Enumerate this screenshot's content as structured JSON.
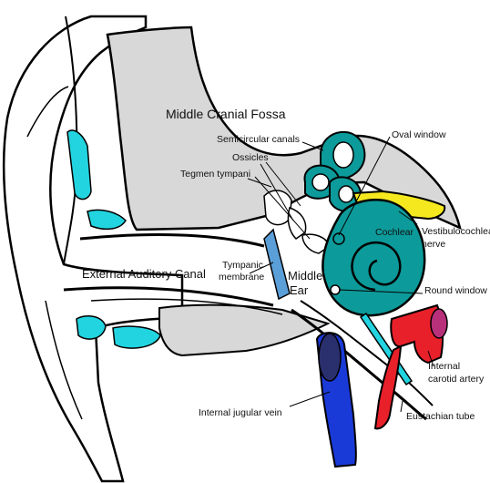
{
  "labels": {
    "middle_cranial_fossa": "Middle Cranial Fossa",
    "semicircular_canals": "Semicircular canals",
    "oval_window": "Oval window",
    "ossicles": "Ossicles",
    "tegmen_tympani": "Tegmen tympani",
    "cochlear": "Cochlear",
    "vestibulocochlear_nerve_1": "Vestibulocochlear",
    "vestibulocochlear_nerve_2": "nerve",
    "external_auditory_canal": "External Auditory Canal",
    "tympanic_membrane_1": "Tympanic",
    "tympanic_membrane_2": "membrane",
    "middle_ear_1": "Middle",
    "middle_ear_2": "Ear",
    "round_window": "Round window",
    "internal_carotid_artery_1": "Internal",
    "internal_carotid_artery_2": "carotid artery",
    "internal_jugular_vein": "Internal jugular vein",
    "eustachian_tube": "Eustachian tube"
  },
  "colors": {
    "outline": "#000000",
    "bone_grey": "#d8d8d8",
    "cochlea_teal": "#0d9a9a",
    "cartilage_cyan": "#22d4e0",
    "nerve_yellow": "#f5e81e",
    "artery_red": "#e8202a",
    "artery_lumen": "#b8307a",
    "vein_blue": "#1a3ad8",
    "vein_lumen": "#2a2f6e",
    "tympanic_blue": "#5b9fd8"
  }
}
